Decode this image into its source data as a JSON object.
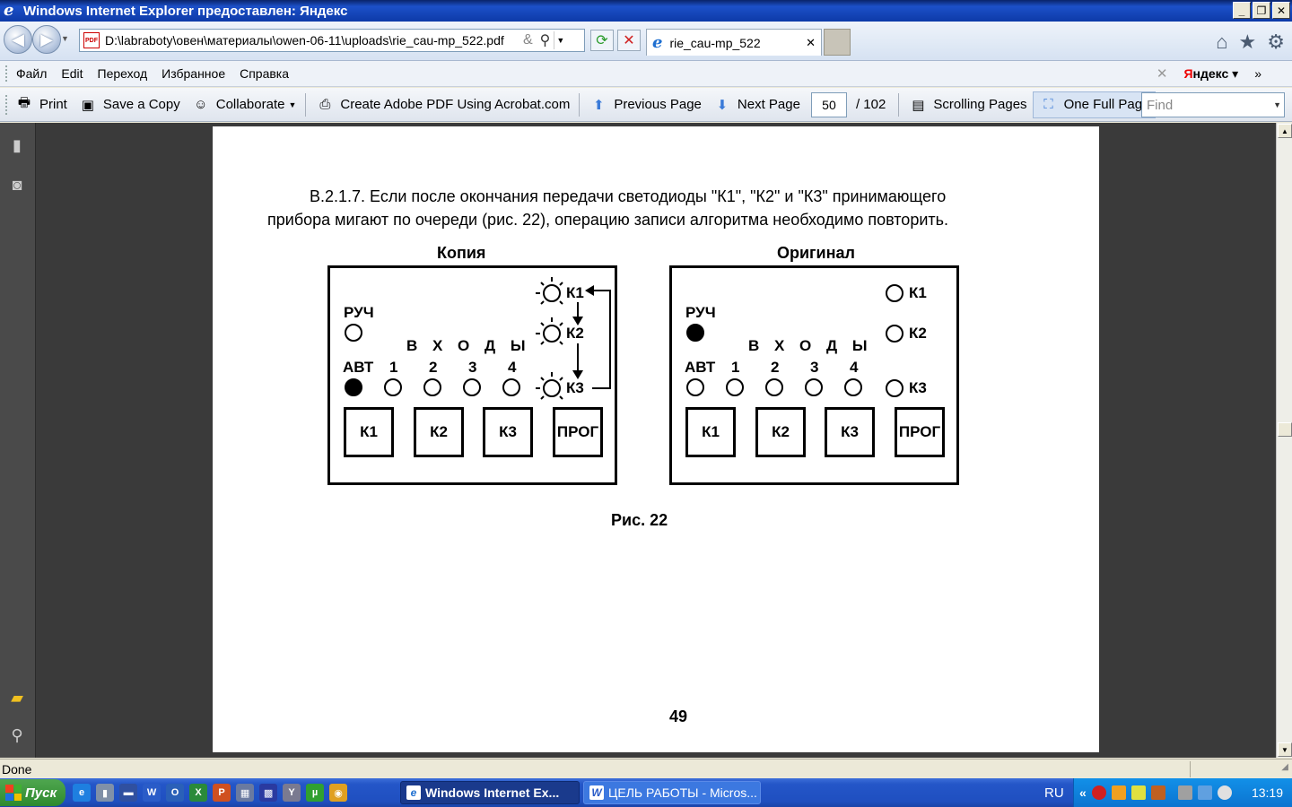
{
  "window": {
    "title": "Windows Internet Explorer предоставлен: Яндекс",
    "icon": "ie-icon"
  },
  "address": {
    "url": "D:\\labraboty\\овен\\материалы\\owen-06-11\\uploads\\rie_cau-mp_522.pdf",
    "amp": "&"
  },
  "tab": {
    "label": "rie_cau-mp_522",
    "close": "✕"
  },
  "menu": [
    "Файл",
    "Edit",
    "Переход",
    "Избранное",
    "Справка"
  ],
  "yandex": {
    "close": "✕",
    "logo_first": "Я",
    "logo_rest": "ндекс",
    "more": "»"
  },
  "acrobat": {
    "print": "Print",
    "save_copy": "Save a Copy",
    "collaborate": "Collaborate",
    "create_pdf": "Create Adobe PDF Using Acrobat.com",
    "prev_page": "Previous Page",
    "next_page": "Next Page",
    "page_current": "50",
    "page_total": "/ 102",
    "scrolling_pages": "Scrolling Pages",
    "one_full_page": "One Full Page",
    "find_placeholder": "Find"
  },
  "document": {
    "para_line1": "В.2.1.7. Если после окончания передачи светодиоды \"К1\", \"К2\" и \"К3\"  принимающего",
    "para_line2": "прибора мигают по очереди (рис. 22), операцию  записи алгоритма необходимо повторить.",
    "fig_copy_title": "Копия",
    "fig_orig_title": "Оригинал",
    "ruch": "РУЧ",
    "avt": "АВТ",
    "inputs": "В Х О Д Ы",
    "in1": "1",
    "in2": "2",
    "in3": "3",
    "in4": "4",
    "k1": "К1",
    "k2": "К2",
    "k3": "К3",
    "prog": "ПРОГ",
    "caption": "Рис.  22",
    "page_number": "49"
  },
  "status": {
    "text": "Done"
  },
  "taskbar": {
    "start": "Пуск",
    "item_ie": "Windows Internet Ex...",
    "item_word": "ЦЕЛЬ РАБОТЫ - Micros...",
    "lang": "RU",
    "tray_arrows": "«",
    "clock": "13:19"
  },
  "colors": {
    "titlebar": "#0d3aa8",
    "viewer_bg": "#3a3a3a",
    "taskbar": "#2456c8",
    "tray": "#0c74d0"
  }
}
